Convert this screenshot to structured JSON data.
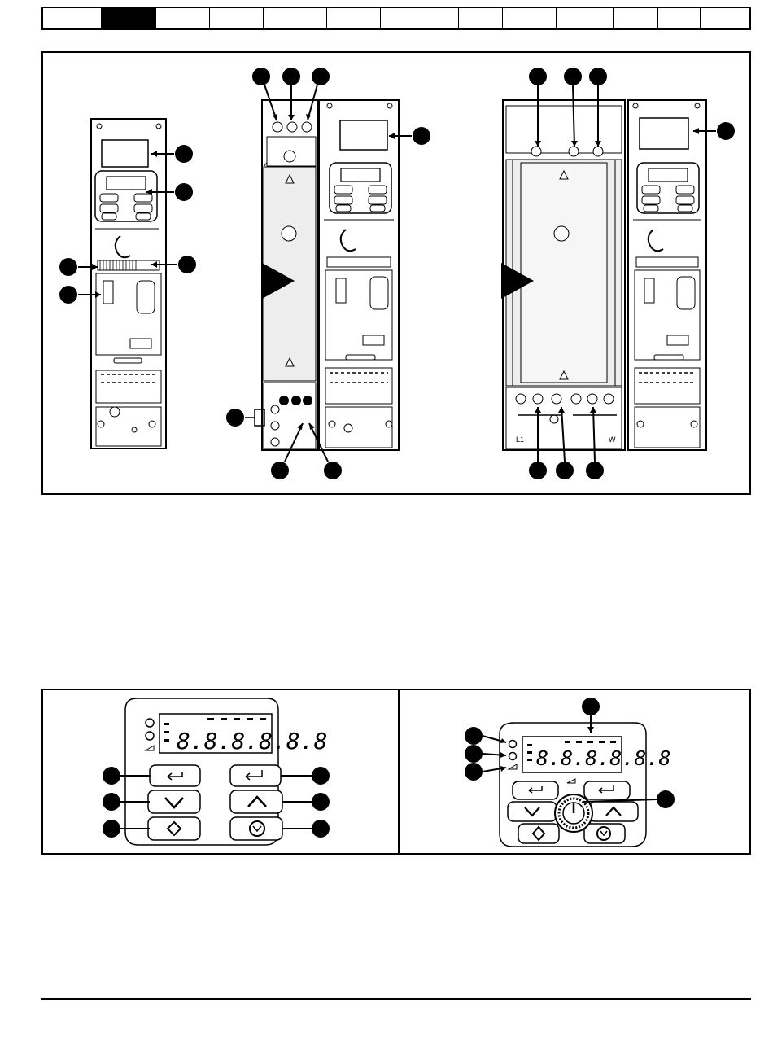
{
  "header": {
    "tabs": [
      {
        "active": false
      },
      {
        "active": true
      },
      {
        "active": false
      },
      {
        "active": false
      },
      {
        "active": false
      },
      {
        "active": false
      },
      {
        "active": false
      },
      {
        "active": false
      },
      {
        "active": false
      },
      {
        "active": false
      },
      {
        "active": false
      },
      {
        "active": false
      },
      {
        "active": false
      }
    ]
  },
  "drives": {
    "keypad_display": "8.8.8.8.8.8",
    "terminal_labels": [
      "L1",
      "W"
    ]
  },
  "keypads": {
    "left_display": "8.8.8.8.8.8",
    "right_display": "8.8.8.8.8.8"
  },
  "colors": {
    "ink": "#000000",
    "paper": "#ffffff",
    "heatsink": "#e8e8e8"
  }
}
